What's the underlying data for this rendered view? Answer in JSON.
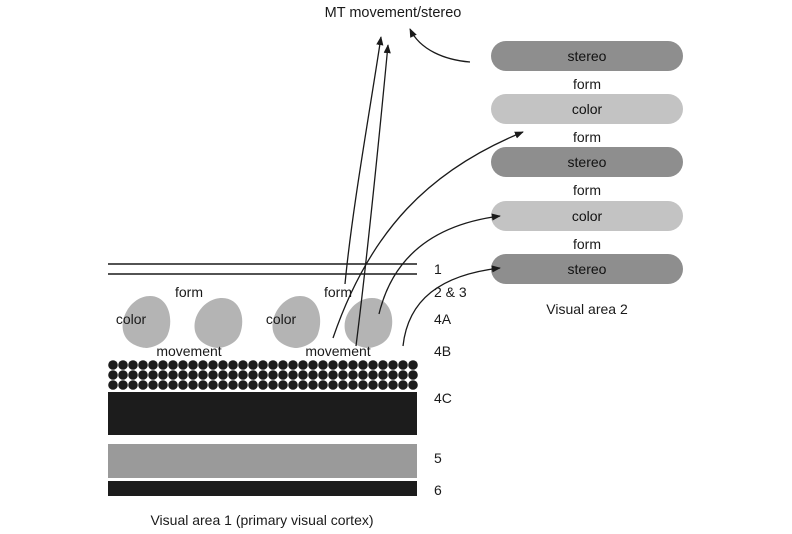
{
  "colors": {
    "ink": "#1a1a1a",
    "dark_layer": "#1c1c1c",
    "gray_layer": "#9a9a9a",
    "blob_gray": "#b4b4b4",
    "pill_dark": "#8e8e8e",
    "pill_light": "#c3c3c3"
  },
  "top_label": "MT movement/stereo",
  "v2": {
    "title": "Visual area 2",
    "stripes": [
      {
        "label": "stereo",
        "tone": "dark"
      },
      {
        "label": "color",
        "tone": "light"
      },
      {
        "label": "stereo",
        "tone": "dark"
      },
      {
        "label": "color",
        "tone": "light"
      },
      {
        "label": "stereo",
        "tone": "dark"
      }
    ],
    "interstripe_labels": [
      "form",
      "form",
      "form",
      "form"
    ]
  },
  "v1": {
    "title": "Visual area 1 (primary visual cortex)",
    "layers": [
      "1",
      "2 & 3",
      "4A",
      "4B",
      "4C",
      "5",
      "6"
    ],
    "modules": [
      {
        "form": "form",
        "color": "color",
        "movement": "movement"
      },
      {
        "form": "form",
        "color": "color",
        "movement": "movement"
      }
    ]
  }
}
